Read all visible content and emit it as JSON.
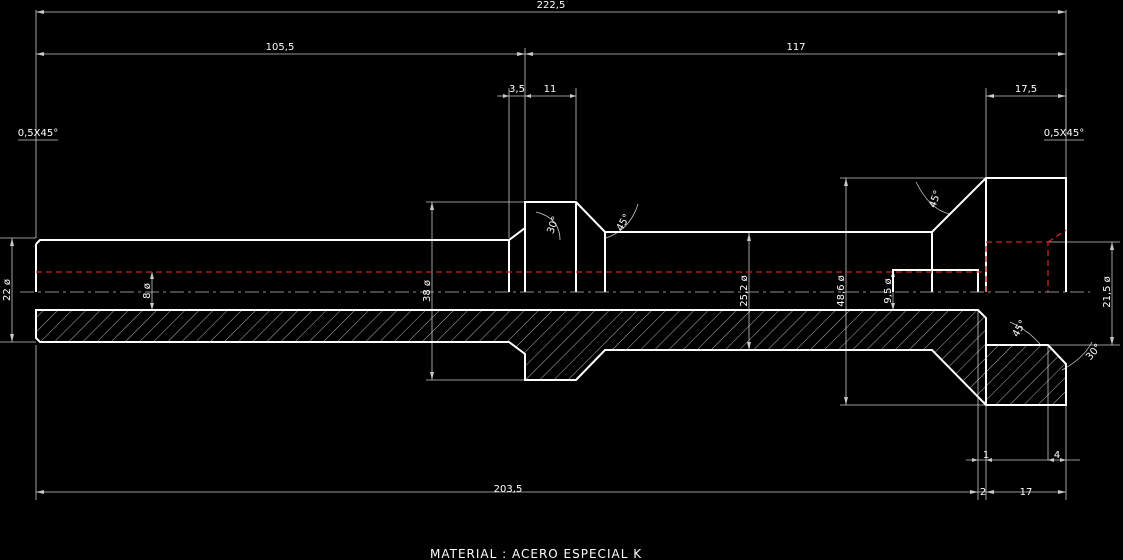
{
  "dims": {
    "total_len": "222,5",
    "left_len": "105,5",
    "right_len": "117",
    "step_a": "3,5",
    "step_b": "11",
    "head_len": "17,5",
    "chamfer_l": "0,5X45°",
    "chamfer_r": "0,5X45°",
    "bottom_len": "203,5",
    "bot_2": "2",
    "bot_17": "17",
    "bot_1": "1",
    "bot_4": "4"
  },
  "diams": {
    "d22": "22 ø",
    "d8": "8 ø",
    "d38": "38 ø",
    "d25": "25,2 ø",
    "d48": "48,6 ø",
    "d9": "9,5 ø",
    "d21": "21,5 ø"
  },
  "angles": {
    "a30a": "30°",
    "a45a": "45°",
    "a45b": "45°",
    "a45c": "45°",
    "a30b": "30°"
  },
  "title": "MATERIAL : ACERO ESPECIAL K"
}
